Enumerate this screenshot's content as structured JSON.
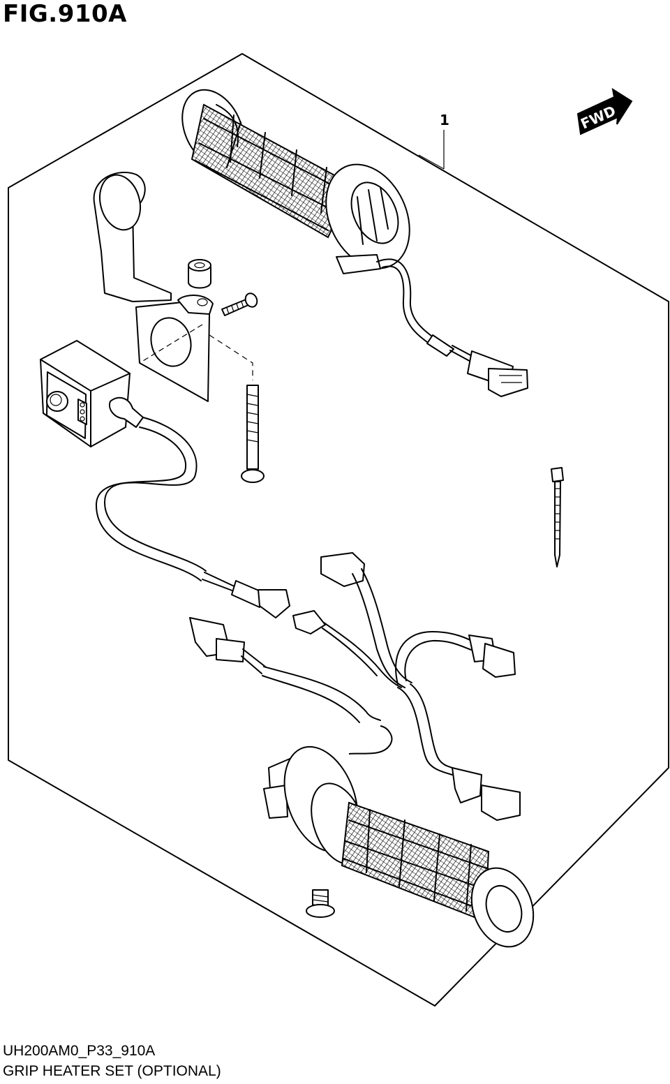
{
  "figure": {
    "title": "FIG.910A",
    "part_callout": "1",
    "direction_label": "FWD",
    "diagram_code": "UH200AM0_P33_910A",
    "caption": "GRIP HEATER SET (OPTIONAL)"
  },
  "parts": [
    {
      "name": "grip-right",
      "icon": "handlebar-grip"
    },
    {
      "name": "mounting-bracket",
      "icon": "bracket"
    },
    {
      "name": "collar",
      "icon": "spacer"
    },
    {
      "name": "screw-short",
      "icon": "screw"
    },
    {
      "name": "long-bolt",
      "icon": "bolt"
    },
    {
      "name": "switch-unit",
      "icon": "heater-switch"
    },
    {
      "name": "wiring-harness",
      "icon": "harness"
    },
    {
      "name": "cable-tie",
      "icon": "tie"
    },
    {
      "name": "grip-left",
      "icon": "handlebar-grip"
    },
    {
      "name": "screw-bottom",
      "icon": "screw"
    }
  ]
}
